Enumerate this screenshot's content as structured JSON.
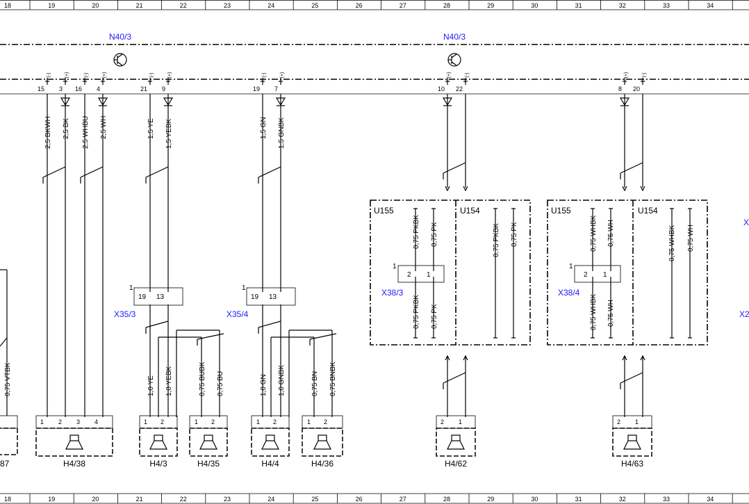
{
  "ruler": [
    "18",
    "19",
    "20",
    "21",
    "22",
    "23",
    "24",
    "25",
    "26",
    "27",
    "28",
    "29",
    "30",
    "31",
    "32",
    "33",
    "34"
  ],
  "modules": [
    "N40/3",
    "N40/3"
  ],
  "wires": [
    {
      "pin": "15",
      "pol": "(-)",
      "label": "2,5 BKWH"
    },
    {
      "pin": "3",
      "pol": "(+)",
      "label": "2,5 BK"
    },
    {
      "pin": "16",
      "pol": "(-)",
      "label": "2,5 WHBU"
    },
    {
      "pin": "4",
      "pol": "(+)",
      "label": "2,5 WH"
    },
    {
      "pin": "21",
      "pol": "(-)",
      "label": "1,5 YE"
    },
    {
      "pin": "9",
      "pol": "(+)",
      "label": "1,5 YEBK"
    },
    {
      "pin": "19",
      "pol": "(-)",
      "label": "1,5 GN"
    },
    {
      "pin": "7",
      "pol": "(+)",
      "label": "1,5 GNBK"
    },
    {
      "pin": "10",
      "pol": "(+)",
      "label": ""
    },
    {
      "pin": "22",
      "pol": "(-)",
      "label": ""
    },
    {
      "pin": "8",
      "pol": "(+)",
      "label": ""
    },
    {
      "pin": "20",
      "pol": "(-)",
      "label": ""
    }
  ],
  "connectors": [
    {
      "name": "X35/3",
      "pins": [
        "19",
        "13"
      ],
      "ref": "1"
    },
    {
      "name": "X35/4",
      "pins": [
        "19",
        "13"
      ],
      "ref": "1"
    },
    {
      "name": "X38/3",
      "pins": [
        "2",
        "1"
      ],
      "ref": "1"
    },
    {
      "name": "X38/4",
      "pins": [
        "2",
        "1"
      ],
      "ref": "1"
    }
  ],
  "variants": [
    {
      "u1": "U155",
      "u2": "U154",
      "in_left": "0,75 PKBK",
      "in_right": "0,75 PK",
      "out_left": "0,75 PKBK",
      "out_right": "0,75 PK",
      "u2_left": "0,75 PKBK",
      "u2_right": "0,75 PK"
    },
    {
      "u1": "U155",
      "u2": "U154",
      "in_left": "0,75 WHBK",
      "in_right": "0,75 WH",
      "out_left": "0,75 WHBK",
      "out_right": "0,75 WH",
      "u2_left": "0,75 WHBK",
      "u2_right": "0,75 WH"
    }
  ],
  "lower_wires": [
    "0,75 VTBK",
    "1,0 YE",
    "1,0 YEBK",
    "0,75 BUBK",
    "0,75 BU",
    "1,0 GN",
    "1,0 GNBK",
    "0,75 BN",
    "0,75 BNBK"
  ],
  "speakers": [
    "87",
    "H4/38",
    "H4/3",
    "H4/35",
    "H4/4",
    "H4/36",
    "H4/62",
    "H4/63"
  ],
  "edge_labels": [
    "X",
    "X2"
  ],
  "speaker_pins": {
    "one": "1",
    "two": "2",
    "three": "3",
    "four": "4",
    "plus": "+",
    "minus": "-"
  }
}
